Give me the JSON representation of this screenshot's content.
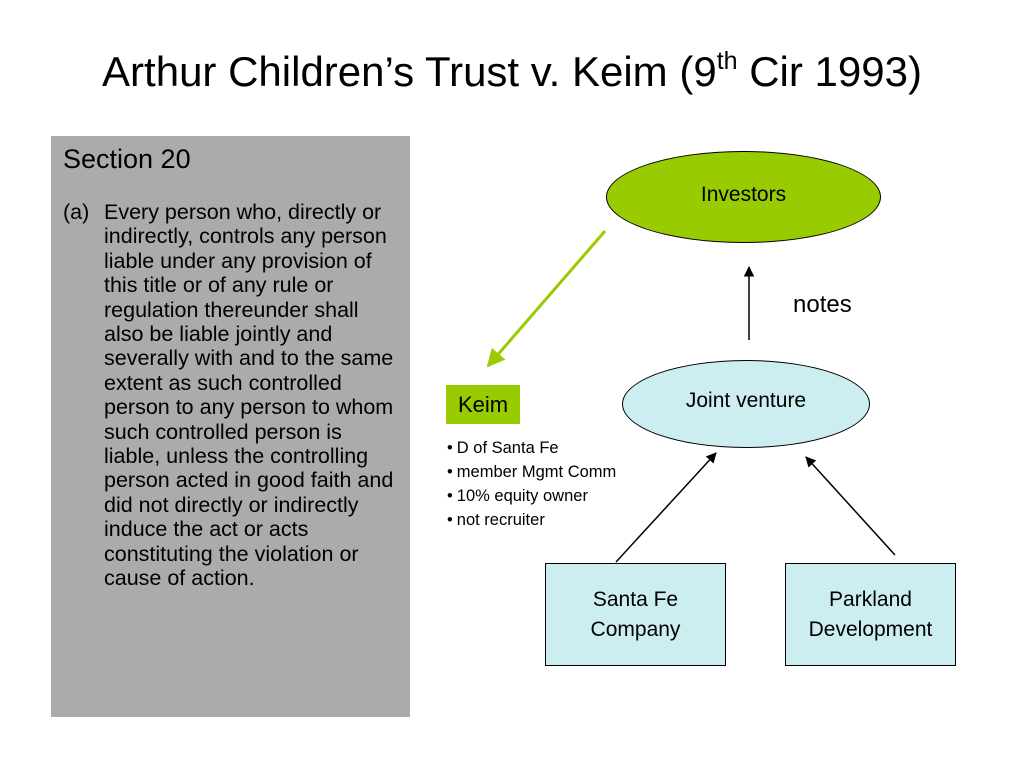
{
  "title": {
    "main": "Arthur Children’s Trust v. Keim (9",
    "sup": "th",
    "tail": " Cir 1993)"
  },
  "left_panel": {
    "heading": "Section 20",
    "clause_marker": "(a)",
    "clause_text": "Every person who, directly or indirectly, controls any person liable under any provision of this title or of any rule or regulation thereunder shall also be liable jointly and severally with and to the same extent as such controlled person to any person to whom such controlled person is liable, unless the controlling person acted in good faith and did not directly or indirectly induce the act or acts constituting the violation or cause of action."
  },
  "diagram": {
    "investors": "Investors",
    "joint_venture": "Joint venture",
    "santa_fe": "Santa Fe\nCompany",
    "parkland": "Parkland\nDevelopment",
    "keim": "Keim",
    "notes_label": "notes",
    "keim_facts": [
      "D of Santa Fe",
      "member Mgmt Comm",
      "10% equity owner",
      "not recruiter"
    ]
  },
  "colors": {
    "green": "#99cc00",
    "light_blue": "#cceef0",
    "panel_gray": "#ababab"
  }
}
